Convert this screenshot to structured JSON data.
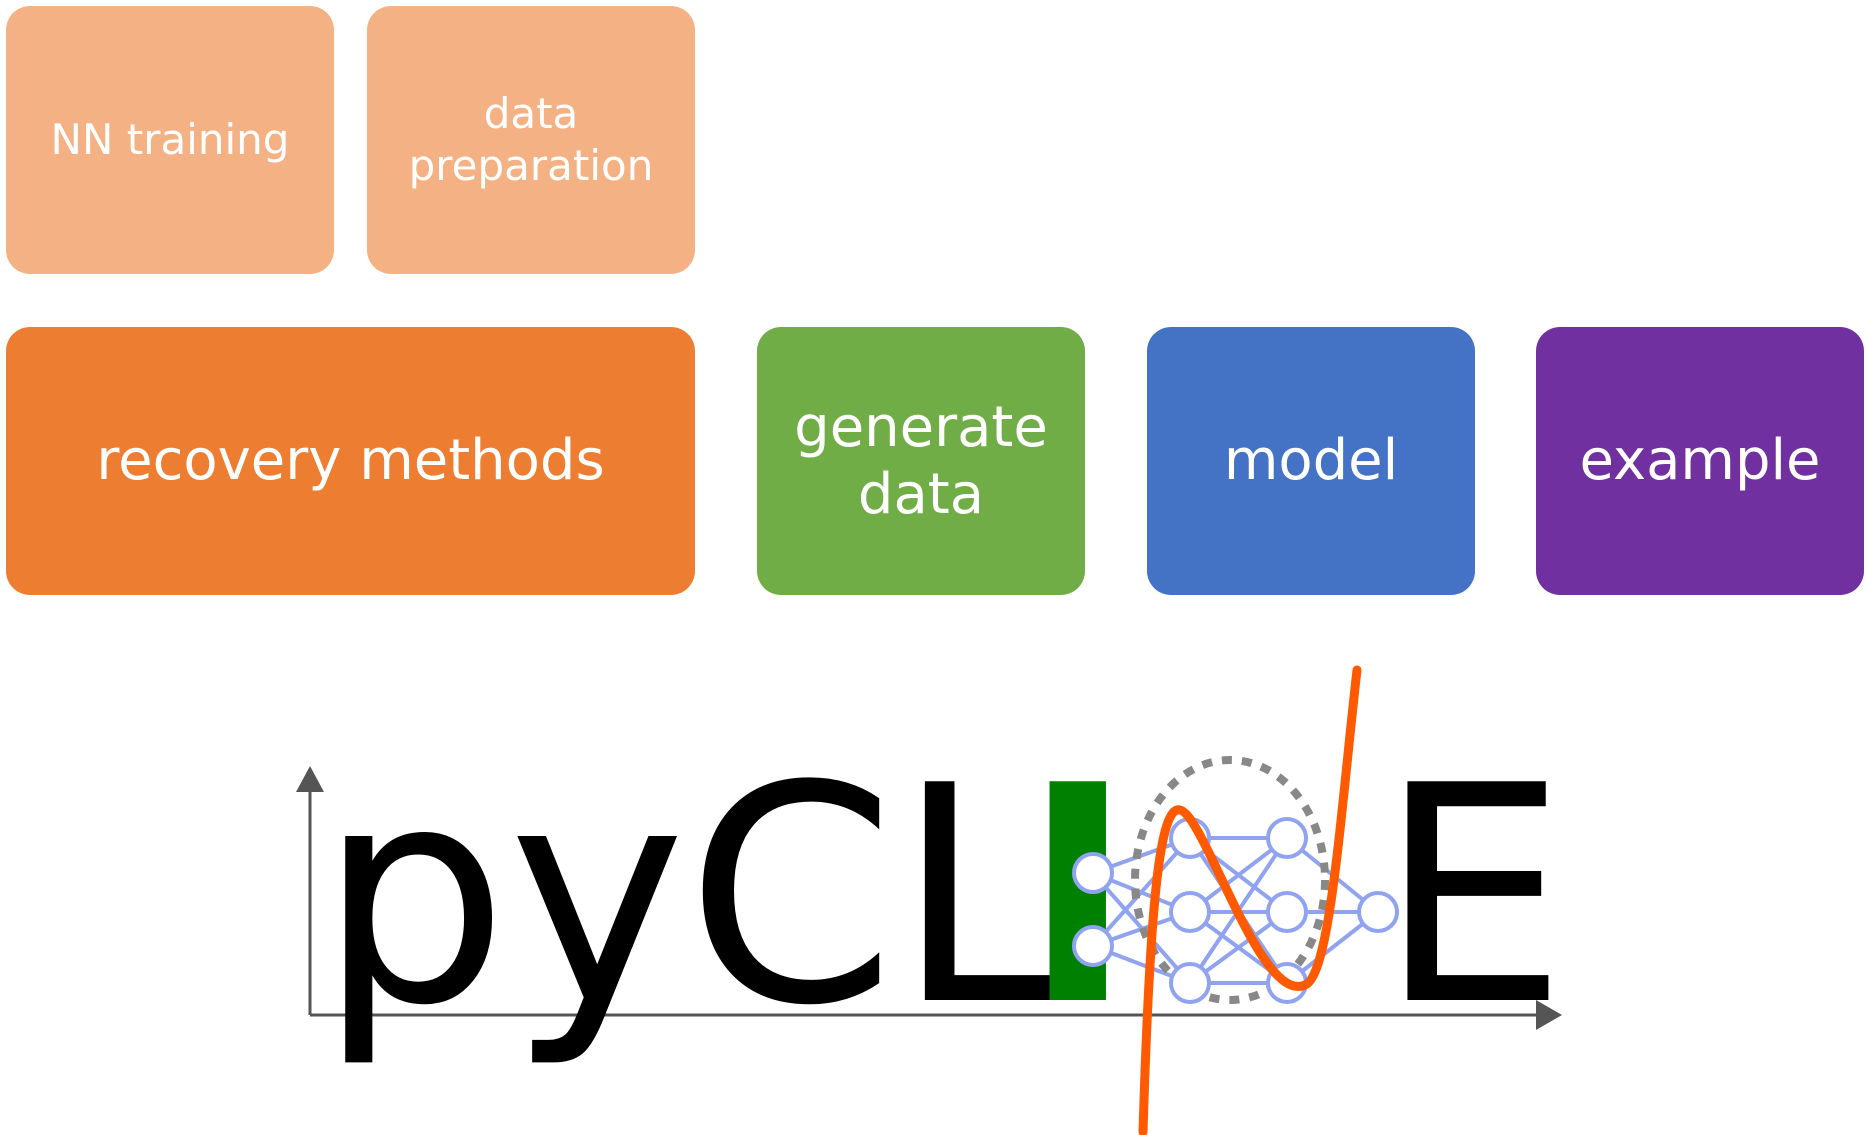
{
  "colors": {
    "light_orange": "#f4b183",
    "orange": "#ed7d31",
    "green": "#70ad47",
    "blue": "#4472c4",
    "purple": "#7030a0",
    "logo_green": "#008000",
    "curve": "#ff5a00",
    "network": "#8fa3f0",
    "axis": "#555555"
  },
  "boxes": {
    "nn_training": "NN training",
    "data_preparation": [
      "data",
      "preparation"
    ],
    "recovery_methods": "recovery methods",
    "generate_data": [
      "generate",
      "data"
    ],
    "model": "model",
    "example": "example"
  },
  "logo": {
    "prefix": "pyCL",
    "green_letter": "I",
    "suffix": "E",
    "icon": "neural-network-icon"
  }
}
